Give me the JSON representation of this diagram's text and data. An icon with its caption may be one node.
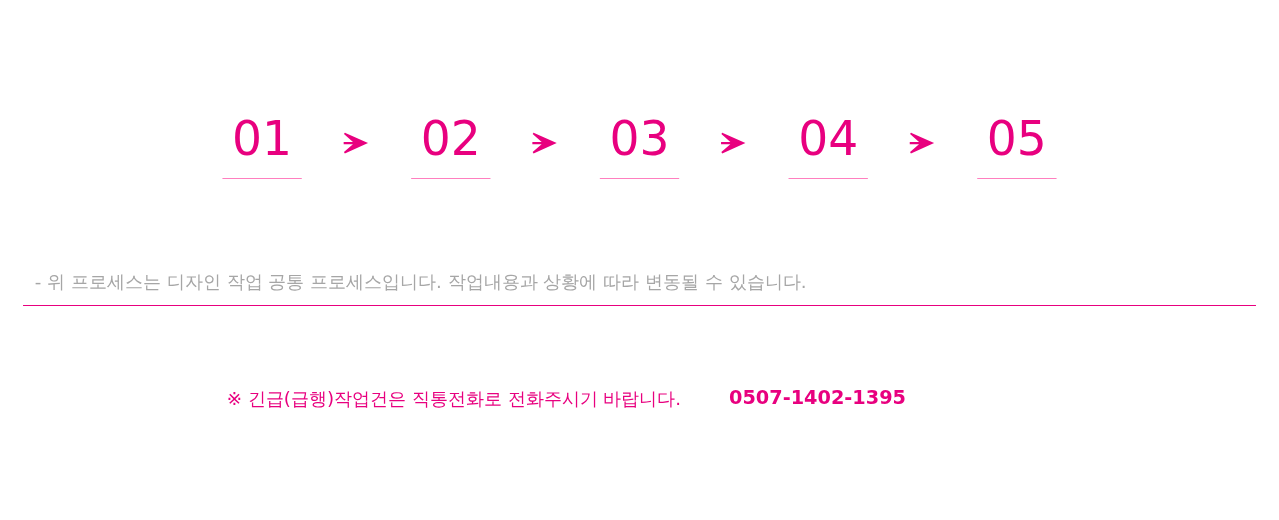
{
  "diagram": {
    "nodes": [
      {
        "text": [
          "01"
        ]
      },
      {
        "text": [
          "02"
        ]
      },
      {
        "text": [
          "03"
        ]
      },
      {
        "text": [
          "04"
        ]
      },
      {
        "text": [
          "05"
        ]
      }
    ],
    "edges": [
      {
        "from": 0,
        "to": 1,
        "arrow": "to"
      },
      {
        "from": 1,
        "to": 2,
        "arrow": "to"
      },
      {
        "from": 2,
        "to": 3,
        "arrow": "to"
      },
      {
        "from": 3,
        "to": 4,
        "arrow": "to"
      }
    ],
    "labels": [
      "- 위 프로세스는 디자인 작업 공통 프로세스입니다. 작업내용과 상황에 따라 변동될 수 있습니다.",
      "※ 긴급(급행)작업건은 직통전화로 전화주시기 바랍니다.",
      "0507-1402-1395"
    ]
  }
}
